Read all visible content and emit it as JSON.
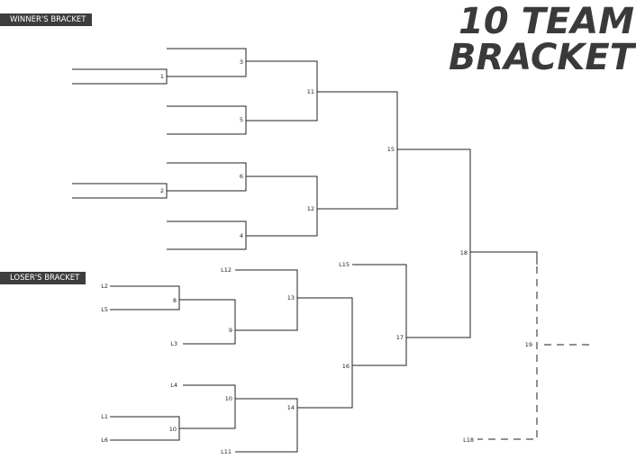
{
  "title": {
    "line1": "10 TEAM",
    "line2": "BRACKET"
  },
  "winners_label": "WINNER'S BRACKET",
  "losers_label": "LOSER'S BRACKET",
  "colors": {
    "line": "#222222",
    "tag_background": "#3d3d3d",
    "title": "#3a3a3a"
  },
  "games": [
    "1",
    "2",
    "3",
    "4",
    "5",
    "6",
    "8",
    "9",
    "10",
    "10",
    "11",
    "12",
    "13",
    "14",
    "15",
    "16",
    "17",
    "18",
    "19"
  ],
  "seeds": [
    "L1",
    "L2",
    "L3",
    "L4",
    "L5",
    "L6",
    "L11",
    "L12",
    "L15",
    "L18"
  ]
}
